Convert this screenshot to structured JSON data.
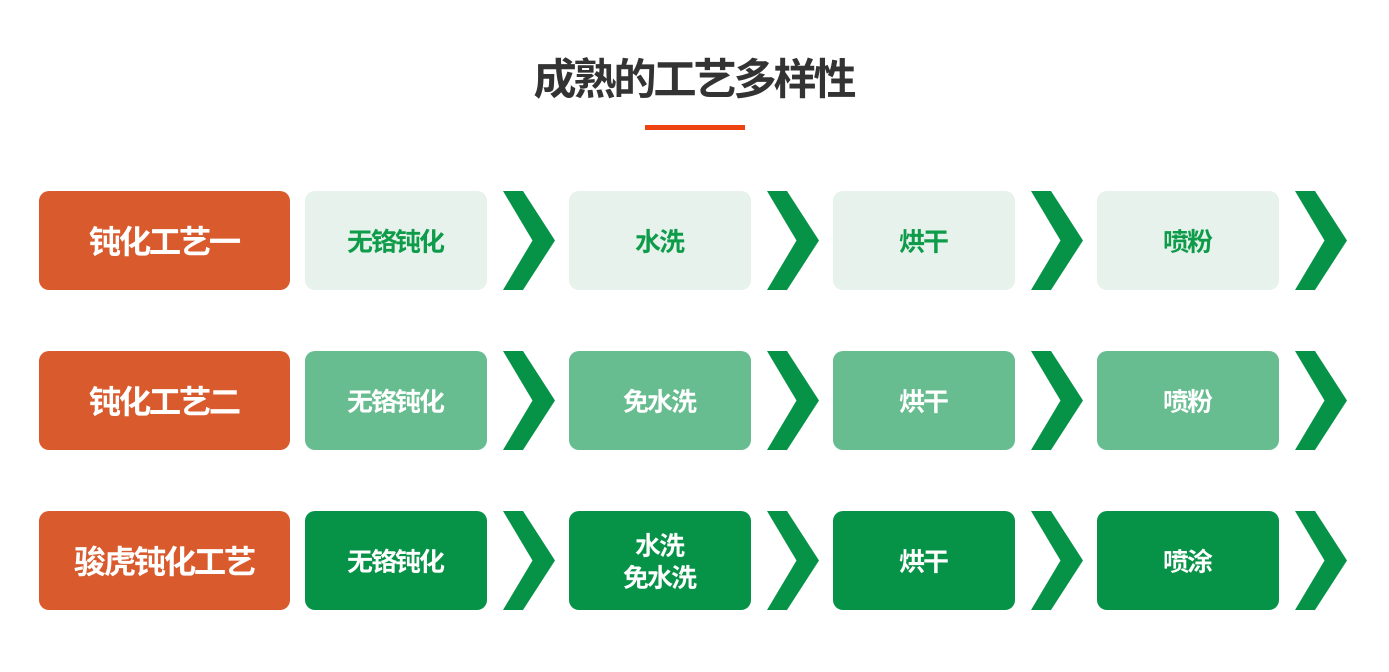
{
  "page": {
    "background": "#ffffff"
  },
  "header": {
    "title": "成熟的工艺多样性"
  },
  "colors": {
    "title-color": "#333333",
    "accent": "#ee4211",
    "orange": "#d95a2d",
    "green-light": "#e6f2eb",
    "green-mid": "#67bd90",
    "green-dark": "#069347",
    "green-text": "#0e9c4a",
    "white-text": "#ffffff"
  },
  "diagram": {
    "rows": [
      {
        "name": "钝化工艺一",
        "steps": [
          "无铬钝化",
          "水洗",
          "烘干",
          "喷粉"
        ]
      },
      {
        "name": "钝化工艺二",
        "steps": [
          "无铬钝化",
          "免水洗",
          "烘干",
          "喷粉"
        ]
      },
      {
        "name": "骏虎钝化工艺",
        "steps": [
          "无铬钝化",
          "水洗\n免水洗",
          "烘干",
          "喷涂"
        ]
      }
    ]
  }
}
